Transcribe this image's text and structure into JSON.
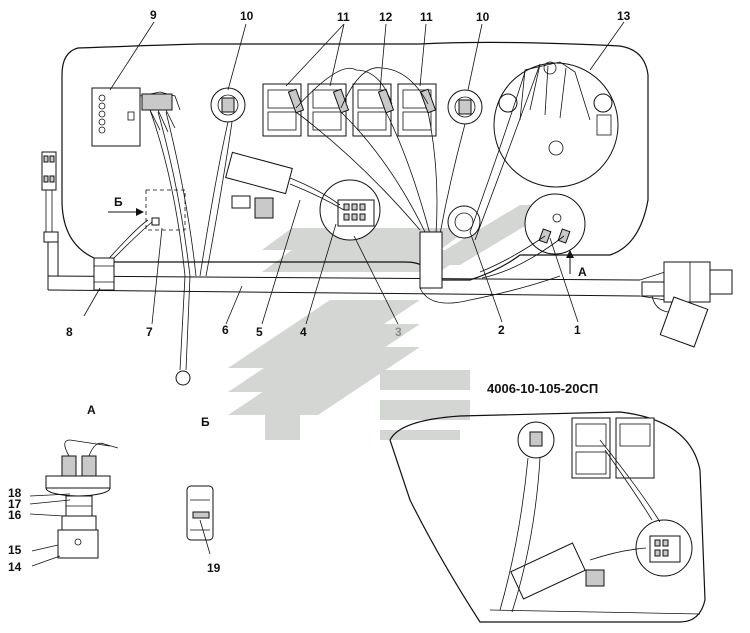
{
  "document_code": "4006-10-105-20СП",
  "view_labels": {
    "view_a": "А",
    "view_b": "Б"
  },
  "arrow_labels": {
    "arrow_a": "А",
    "arrow_b": "Б"
  },
  "callouts": {
    "c1": "1",
    "c2": "2",
    "c3": "3",
    "c4": "4",
    "c5": "5",
    "c6": "6",
    "c7": "7",
    "c8": "8",
    "c9": "9",
    "c10a": "10",
    "c10b": "10",
    "c11a": "11",
    "c11b": "11",
    "c12": "12",
    "c13": "13",
    "c14": "14",
    "c15": "15",
    "c16": "16",
    "c17": "17",
    "c18": "18",
    "c19": "19"
  },
  "colors": {
    "line": "#111111",
    "logo": "#d4d6d4",
    "callout_3": "#8a8a8a"
  }
}
